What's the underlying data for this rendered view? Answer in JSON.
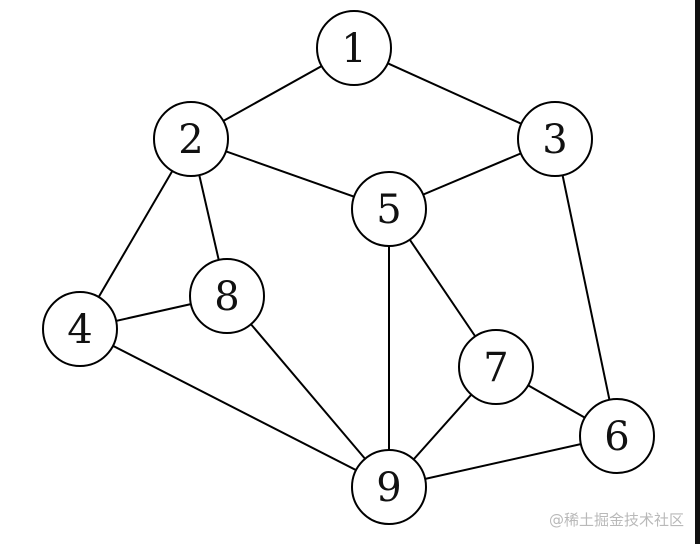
{
  "graph": {
    "nodes": [
      {
        "id": "1",
        "label": "1"
      },
      {
        "id": "2",
        "label": "2"
      },
      {
        "id": "3",
        "label": "3"
      },
      {
        "id": "4",
        "label": "4"
      },
      {
        "id": "5",
        "label": "5"
      },
      {
        "id": "6",
        "label": "6"
      },
      {
        "id": "7",
        "label": "7"
      },
      {
        "id": "8",
        "label": "8"
      },
      {
        "id": "9",
        "label": "9"
      }
    ],
    "edges": [
      [
        "1",
        "2"
      ],
      [
        "1",
        "3"
      ],
      [
        "2",
        "5"
      ],
      [
        "3",
        "5"
      ],
      [
        "2",
        "4"
      ],
      [
        "2",
        "8"
      ],
      [
        "4",
        "8"
      ],
      [
        "4",
        "9"
      ],
      [
        "8",
        "9"
      ],
      [
        "5",
        "9"
      ],
      [
        "5",
        "7"
      ],
      [
        "3",
        "6"
      ],
      [
        "7",
        "6"
      ],
      [
        "7",
        "9"
      ],
      [
        "9",
        "6"
      ]
    ]
  },
  "watermark": "@稀土掘金技术社区",
  "colors": {
    "stroke": "#000000",
    "background": "#ffffff",
    "watermark": "#b9b9b9"
  }
}
